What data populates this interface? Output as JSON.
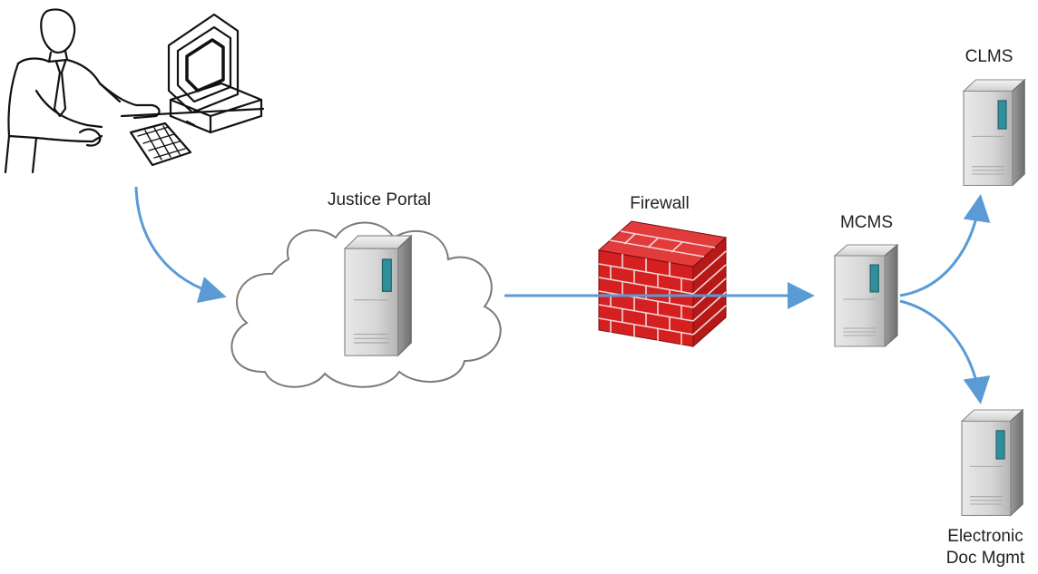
{
  "diagram": {
    "nodes": [
      {
        "id": "user",
        "icon": "user-at-computer-icon",
        "label": ""
      },
      {
        "id": "portal",
        "icon": "cloud-server-icon",
        "label": "Justice Portal"
      },
      {
        "id": "firewall",
        "icon": "brick-firewall-icon",
        "label": "Firewall"
      },
      {
        "id": "mcms",
        "icon": "server-icon",
        "label": "MCMS"
      },
      {
        "id": "clms",
        "icon": "server-icon",
        "label": "CLMS"
      },
      {
        "id": "edm",
        "icon": "server-icon",
        "label_line1": "Electronic",
        "label_line2": "Doc Mgmt"
      }
    ],
    "edges": [
      {
        "from": "user",
        "to": "portal"
      },
      {
        "from": "portal",
        "to": "mcms",
        "via": "firewall"
      },
      {
        "from": "mcms",
        "to": "clms"
      },
      {
        "from": "mcms",
        "to": "edm"
      }
    ],
    "colors": {
      "arrow": "#5b9bd5",
      "firewall": "#d42020",
      "server_body": "#c9c9c9",
      "server_screen": "#2f8f9a"
    }
  }
}
